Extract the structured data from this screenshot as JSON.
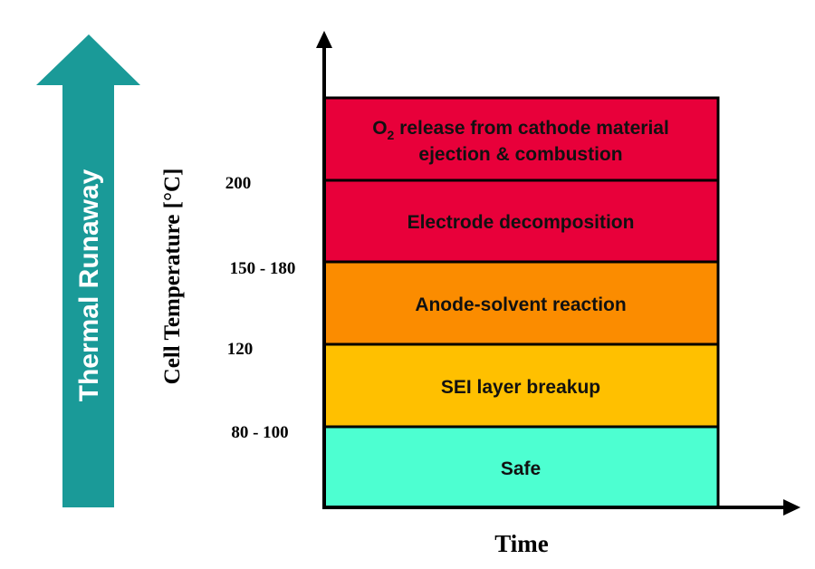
{
  "arrow": {
    "label": "Thermal Runaway",
    "color": "#1a9a98"
  },
  "axes": {
    "y_label": "Cell Temperature [°C]",
    "x_label": "Time"
  },
  "ticks": [
    "200",
    "150 - 180",
    "120",
    "80 - 100"
  ],
  "bands": [
    {
      "prefix": "O",
      "subscript": "2",
      "line1_rest": " release from cathode material",
      "line2": "ejection & combustion",
      "color": "#e8003a"
    },
    {
      "label": "Electrode decomposition",
      "color": "#e8003a"
    },
    {
      "label": "Anode-solvent reaction",
      "color": "#fb8c00"
    },
    {
      "label": "SEI layer breakup",
      "color": "#ffc000"
    },
    {
      "label": "Safe",
      "color": "#4dffd1"
    }
  ]
}
